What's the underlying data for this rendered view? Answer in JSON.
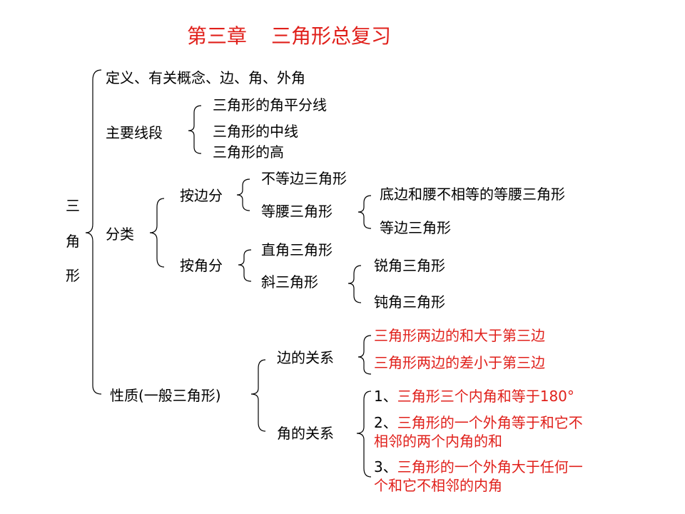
{
  "title": {
    "chapter": "第三章",
    "topic": "三角形总复习"
  },
  "root": [
    "三",
    "角",
    "形"
  ],
  "definition": "定义、有关概念、边、角、外角",
  "segments": {
    "label": "主要线段",
    "items": [
      "三角形的角平分线",
      "三角形的中线",
      "三角形的高"
    ]
  },
  "classification": {
    "label": "分类",
    "by_side": {
      "label": "按边分",
      "scalene": "不等边三角形",
      "isosceles": {
        "label": "等腰三角形",
        "items": [
          "底边和腰不相等的等腰三角形",
          "等边三角形"
        ]
      }
    },
    "by_angle": {
      "label": "按角分",
      "right": "直角三角形",
      "oblique": {
        "label": "斜三角形",
        "items": [
          "锐角三角形",
          "钝角三角形"
        ]
      }
    }
  },
  "properties": {
    "label": "性质(一般三角形)",
    "sides": {
      "label": "边的关系",
      "items": [
        "三角形两边的和大于第三边",
        "三角形两边的差小于第三边"
      ]
    },
    "angles": {
      "label": "角的关系",
      "items": [
        {
          "num": "1、",
          "text": "三角形三个内角和等于180°"
        },
        {
          "num": "2、",
          "line1": "三角形的一个外角等于和它不",
          "line2": "相邻的两个内角的和"
        },
        {
          "num": "3、",
          "line1": "三角形的一个外角大于任何一",
          "line2": "个和它不相邻的内角"
        }
      ]
    }
  },
  "colors": {
    "accent": "#e0201b",
    "text": "#000000"
  }
}
